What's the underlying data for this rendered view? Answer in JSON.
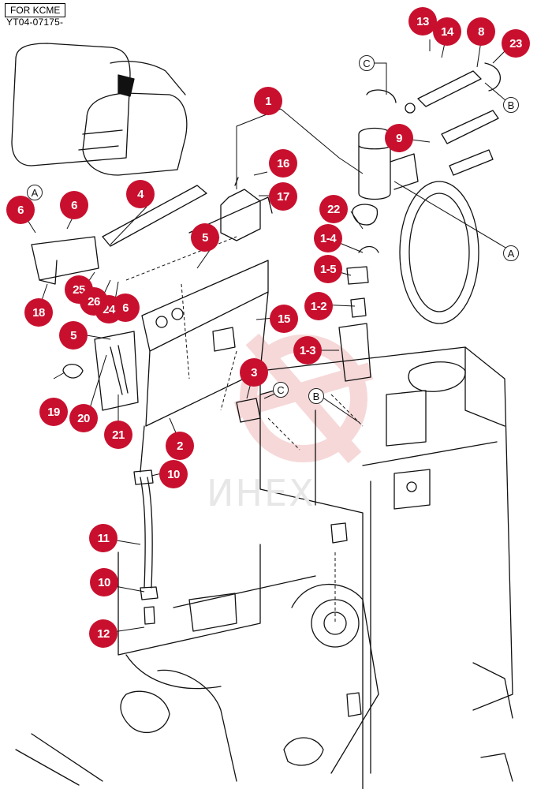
{
  "header": {
    "label": "FOR KCME",
    "code": "YT04-07175-"
  },
  "watermark": "ИНЕХ",
  "callouts": [
    {
      "text": "1"
    },
    {
      "text": "1-2"
    },
    {
      "text": "1-3"
    },
    {
      "text": "1-4"
    },
    {
      "text": "1-5"
    },
    {
      "text": "2"
    },
    {
      "text": "3"
    },
    {
      "text": "4"
    },
    {
      "text": "5"
    },
    {
      "text": "5"
    },
    {
      "text": "6"
    },
    {
      "text": "6"
    },
    {
      "text": "6"
    },
    {
      "text": "8"
    },
    {
      "text": "9"
    },
    {
      "text": "10"
    },
    {
      "text": "10"
    },
    {
      "text": "11"
    },
    {
      "text": "12"
    },
    {
      "text": "13"
    },
    {
      "text": "14"
    },
    {
      "text": "15"
    },
    {
      "text": "16"
    },
    {
      "text": "17"
    },
    {
      "text": "18"
    },
    {
      "text": "19"
    },
    {
      "text": "20"
    },
    {
      "text": "21"
    },
    {
      "text": "22"
    },
    {
      "text": "23"
    },
    {
      "text": "24"
    },
    {
      "text": "25"
    },
    {
      "text": "26"
    }
  ],
  "refs": [
    {
      "text": "A"
    },
    {
      "text": "A"
    },
    {
      "text": "B"
    },
    {
      "text": "B"
    },
    {
      "text": "C"
    },
    {
      "text": "C"
    }
  ],
  "colors": {
    "callout": "#c8102e",
    "line": "#111111",
    "watermark": "#f2caca"
  }
}
